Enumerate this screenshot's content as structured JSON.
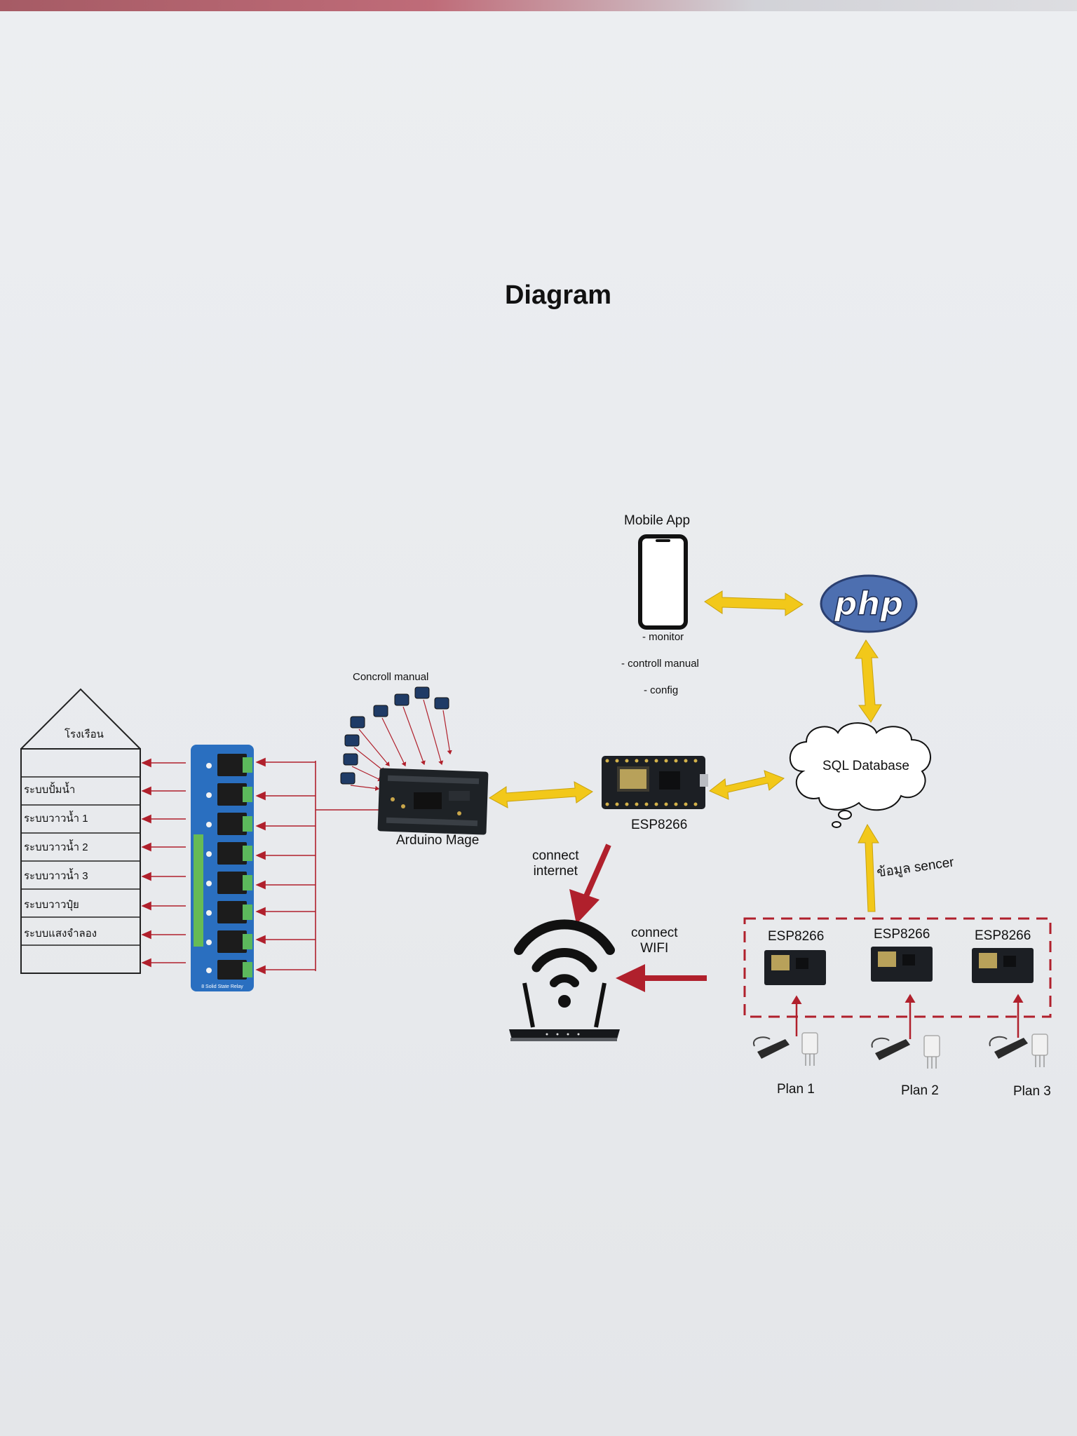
{
  "title": "Diagram",
  "greenhouse": {
    "roof_label": "โรงเรือน",
    "rows": [
      "ระบบปั้มน้ำ",
      "ระบบวาวน้ำ 1",
      "ระบบวาวน้ำ 2",
      "ระบบวาวน้ำ 3",
      "ระบบวาวปุ๋ย",
      "ระบบแสงจำลอง"
    ]
  },
  "relay_board": {
    "label": "8 Solid State Relay"
  },
  "buttons": {
    "label": "Concroll manual"
  },
  "arduino": {
    "label": "Arduino Mage"
  },
  "mobile_app": {
    "label": "Mobile App",
    "features": [
      "- monitor",
      "- controll manual",
      "- config"
    ]
  },
  "php": {
    "label": "php"
  },
  "database": {
    "label": "SQL Database"
  },
  "esp_main": {
    "label": "ESP8266"
  },
  "internet": {
    "label_line1": "connect",
    "label_line2": "internet"
  },
  "wifi": {
    "label_line1": "connect",
    "label_line2": "WIFI"
  },
  "sensor_data": {
    "label": "ข้อมูล sencer"
  },
  "nodes": [
    {
      "esp_label": "ESP8266",
      "plan_label": "Plan 1"
    },
    {
      "esp_label": "ESP8266",
      "plan_label": "Plan 2"
    },
    {
      "esp_label": "ESP8266",
      "plan_label": "Plan 3"
    }
  ],
  "colors": {
    "arrow_red": "#b0202c",
    "arrow_yellow": "#f2c81a",
    "php_blue": "#4d6fb0",
    "board_blue": "#2a6fc0"
  }
}
